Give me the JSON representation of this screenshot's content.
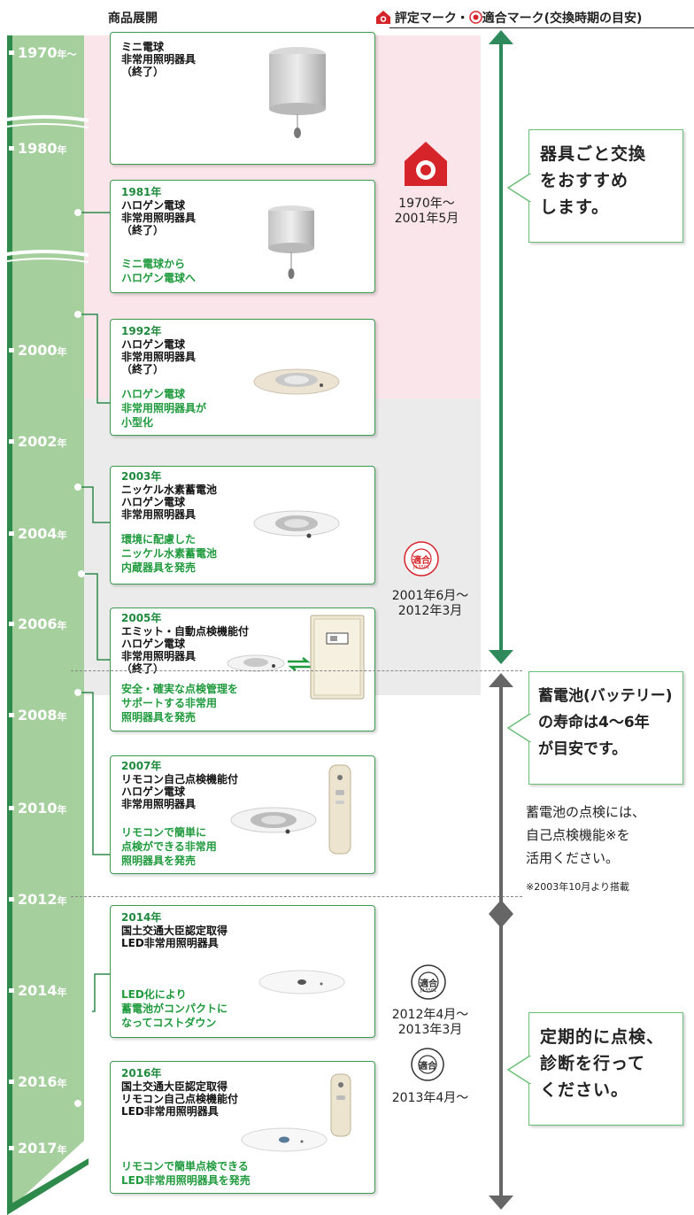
{
  "header": {
    "left_title": "商品展開",
    "right_title": "評定マーク・",
    "right_title_2": "適合マーク(交換時期の目安)"
  },
  "timeline_years": [
    {
      "num": "1970",
      "unit": "年～"
    },
    {
      "num": "1980",
      "unit": "年"
    },
    {
      "num": "2000",
      "unit": "年"
    },
    {
      "num": "2002",
      "unit": "年"
    },
    {
      "num": "2004",
      "unit": "年"
    },
    {
      "num": "2006",
      "unit": "年"
    },
    {
      "num": "2008",
      "unit": "年"
    },
    {
      "num": "2010",
      "unit": "年"
    },
    {
      "num": "2012",
      "unit": "年"
    },
    {
      "num": "2014",
      "unit": "年"
    },
    {
      "num": "2016",
      "unit": "年"
    },
    {
      "num": "2017",
      "unit": "年"
    }
  ],
  "products": [
    {
      "year": "",
      "title": "ミニ電球\n非常用照明器具\n（終了）",
      "desc": ""
    },
    {
      "year": "1981年",
      "title": "ハロゲン電球\n非常用照明器具\n（終了）",
      "desc": "ミニ電球から\nハロゲン電球へ"
    },
    {
      "year": "1992年",
      "title": "ハロゲン電球\n非常用照明器具\n（終了）",
      "desc": "ハロゲン電球\n非常用照明器具が\n小型化"
    },
    {
      "year": "2003年",
      "title": "ニッケル水素蓄電池\nハロゲン電球\n非常用照明器具",
      "desc": "環境に配慮した\nニッケル水素蓄電池\n内蔵器具を発売"
    },
    {
      "year": "2005年",
      "title": "エミット・自動点検機能付\nハロゲン電球\n非常用照明器具\n（終了）",
      "desc": "安全・確実な点検管理を\nサポートする非常用\n照明器具を発売"
    },
    {
      "year": "2007年",
      "title": "リモコン自己点検機能付\nハロゲン電球\n非常用照明器具",
      "desc": "リモコンで簡単に\n点検ができる非常用\n照明器具を発売"
    },
    {
      "year": "2014年",
      "title": "国土交通大臣認定取得\nLED非常用照明器具",
      "desc": "LED化により\n蓄電池がコンパクトに\nなってコストダウン"
    },
    {
      "year": "2016年",
      "title": "国土交通大臣認定取得\nリモコン自己点検機能付\nLED非常用照明器具",
      "desc": "リモコンで簡単点検できる\nLED非常用照明器具を発売"
    }
  ],
  "marks": [
    {
      "period": "1970年～\n2001年5月"
    },
    {
      "period": "2001年6月～\n2012年3月",
      "stamp": "適合",
      "stamp_ring": "JIL5501"
    },
    {
      "period": "2012年4月～\n2013年3月",
      "stamp": "適合",
      "stamp_ring": "JIL5501"
    },
    {
      "period": "2013年4月～",
      "stamp": "適合"
    }
  ],
  "callouts": [
    {
      "text": "器具ごと交換\nをおすすめ\nします。"
    },
    {
      "text": "蓄電池(バッテリー)\nの寿命は4～6年\nが目安です。"
    },
    {
      "text": "定期的に点検、\n診断を行って\nください。"
    }
  ],
  "battery_note": {
    "text": "蓄電池の点検には、\n自己点検機能※を\n活用ください。",
    "footnote": "※2003年10月より搭載"
  },
  "colors": {
    "spine": "#a5cf9c",
    "spine_edge": "#2e8a4a",
    "card_border": "#3c9a51",
    "accent_green": "#1f9a3d",
    "arrow_green": "#2e8a5a",
    "arrow_gray": "#666666",
    "mark_red": "#d6242b",
    "pink_bg": "#fae5ea",
    "gray_bg": "#ebebeb"
  }
}
